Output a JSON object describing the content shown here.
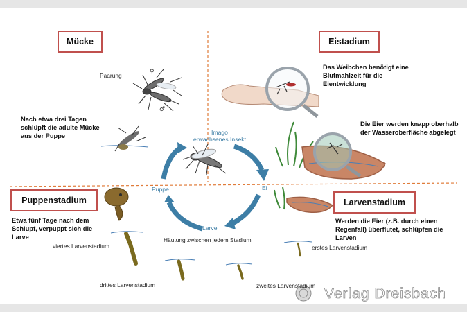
{
  "stages": {
    "muecke": {
      "title": "Mücke",
      "paarung": "Paarung",
      "text": "Nach etwa drei Tagen schlüpft die adulte Mücke aus der Puppe"
    },
    "eistadium": {
      "title": "Eistadium",
      "text1": "Das Weibchen benötigt eine Blutmahlzeit für die Eientwicklung",
      "text2": "Die Eier werden knapp oberhalb der Wasseroberfläche abgelegt"
    },
    "puppenstadium": {
      "title": "Puppenstadium",
      "text": "Etwa fünf Tage nach dem Schlupf, verpuppt sich die Larve"
    },
    "larvenstadium": {
      "title": "Larvenstadium",
      "text": "Werden die Eier (z.B. durch einen Regenfall) überflutet, schlüpfen die Larven"
    }
  },
  "cycle": {
    "imago": "Imago",
    "imago_sub": "erwachsenes Insekt",
    "ei": "Ei",
    "larve": "Larve",
    "puppe": "Puppe",
    "arrow_color": "#3d7ea6"
  },
  "larval_labels": {
    "haeutung": "Häutung zwischen jedem Stadium",
    "erstes": "erstes Larvenstadium",
    "zweites": "zweites Larvenstadium",
    "drittes": "drittes Larvenstadium",
    "viertes": "viertes Larvenstadium"
  },
  "watermark": "Verlag Dreisbach",
  "colors": {
    "box_border": "#c0504d",
    "divider": "#e07b39",
    "water": "#4a7fb5"
  }
}
